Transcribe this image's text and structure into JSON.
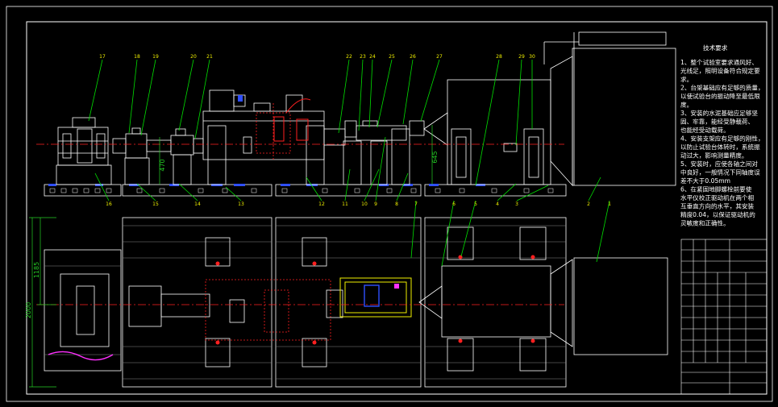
{
  "colors": {
    "background": "#000000",
    "frame": "#ffffff",
    "leader": "#00e000",
    "centerline": "#ff2020",
    "labels": "#f0f000",
    "blue_feet": "#2f4fff",
    "magenta": "#ff30ff"
  },
  "callouts_top": [
    "17",
    "18",
    "19",
    "20",
    "21",
    "22",
    "23",
    "24",
    "25",
    "26",
    "27",
    "28",
    "29",
    "30"
  ],
  "callouts_bottom": [
    "16",
    "15",
    "14",
    "13",
    "12",
    "11",
    "10",
    "9",
    "8",
    "7",
    "6",
    "5",
    "4",
    "3",
    "2",
    "1"
  ],
  "dimensions": {
    "total_width": "2000",
    "half_width": "1185",
    "shaft_height_1": "470",
    "shaft_height_2": "645"
  },
  "tech_requirements": {
    "title": "技术要求",
    "lines": [
      "1、整个试验室要求通风好、",
      "光线足，照明设备符合规定要",
      "求。",
      "2、台架基础应有足够的质量，",
      "以使试验台的振动降至最低限",
      "度。",
      "3、安装的水泥基础应足够坚",
      "固、牢靠，能经受静载荷、",
      "也能经受动载荷。",
      "4、安装支架应有足够的刚性，",
      "以防止试验台体转时，系统振",
      "动过大，影响测量精度。",
      "5、安装时，应使各轴之间对",
      "中良好，一般情况下同轴度误",
      "差不大于0.05mm",
      "6、在紧固地脚螺栓前要使",
      "水平仪校正驱动机在两个相",
      "互垂直方向的水平，其安装",
      "精度0.04，以保证驱动机的",
      "灵敏度和正确性。"
    ]
  },
  "title_block": {
    "rows": [
      "",
      "",
      "",
      "",
      "",
      "",
      ""
    ],
    "bottom_left": "",
    "bottom_right": ""
  }
}
